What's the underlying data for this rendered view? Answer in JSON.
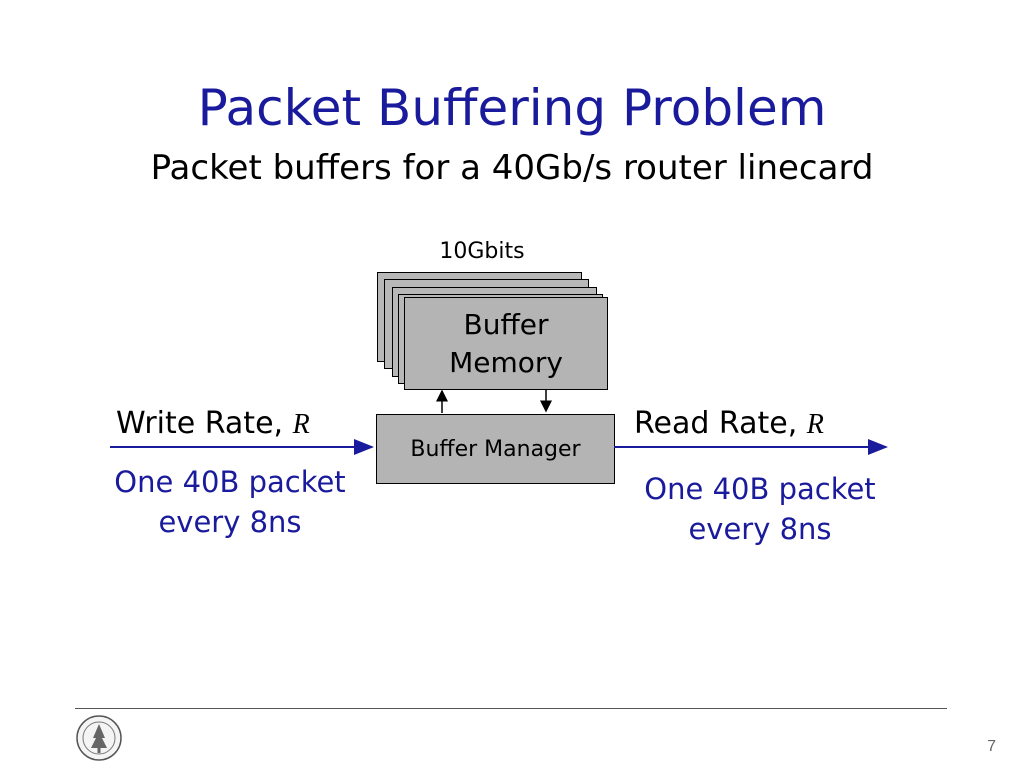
{
  "slide": {
    "title": "Packet Buffering Problem",
    "subtitle": "Packet buffers for a 40Gb/s router linecard",
    "page_number": "7"
  },
  "diagram": {
    "memory_size": "10Gbits",
    "buffer_memory": [
      "Buffer",
      "Memory"
    ],
    "buffer_manager": "Buffer Manager",
    "write_rate_label": "Write Rate, ",
    "read_rate_label": "Read Rate, ",
    "rate_symbol": "R",
    "input_note": [
      "One 40B packet",
      "every 8ns"
    ],
    "output_note": [
      "One 40B packet",
      "every 8ns"
    ]
  },
  "colors": {
    "title": "#1a1a9c",
    "arrow": "#1a1a9c",
    "box_fill": "#b4b4b4"
  },
  "icons": {
    "logo": "university-seal-icon"
  }
}
